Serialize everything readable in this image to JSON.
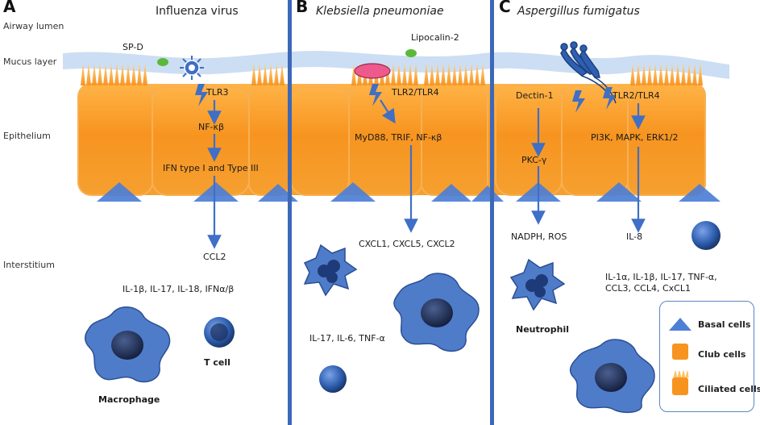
{
  "side_labels": {
    "airway_lumen": "Airway lumen",
    "mucus_layer": "Mucus layer",
    "epithelium": "Epithelium",
    "interstitium": "Interstitium"
  },
  "panels": {
    "a": {
      "letter": "A",
      "title": "Influenza virus"
    },
    "b": {
      "letter": "B",
      "title": "Klebsiella pneumoniae"
    },
    "c": {
      "letter": "C",
      "title": "Aspergillus fumigatus"
    }
  },
  "labels": {
    "sp_d": "SP-D",
    "tlr3": "TLR3",
    "nfkb_a": "NF-κβ",
    "ifn": "IFN type I and Type III",
    "ccl2": "CCL2",
    "cytokines_a": "IL-1β, IL-17, IL-18, IFNα/β",
    "t_cell": "T cell",
    "macrophage": "Macrophage",
    "lipocalin": "Lipocalin-2",
    "tlr2_tlr4_b": "TLR2/TLR4",
    "myd88": "MyD88, TRIF, NF-κβ",
    "cxcl": "CXCL1, CXCL5, CXCL2",
    "cytokines_b": "IL-17, IL-6, TNF-α",
    "dectin": "Dectin-1",
    "tlr2_tlr4_c": "TLR2/TLR4",
    "pi3k": "PI3K, MAPK, ERK1/2",
    "pkc": "PKC-γ",
    "nadph": "NADPH, ROS",
    "il8": "IL-8",
    "cytokines_c_1": "IL-1α, IL-1β, IL-17, TNF-α,",
    "cytokines_c_2": "CCL3, CCL4, CxCL1",
    "neutrophil": "Neutrophil"
  },
  "legend": {
    "basal": "Basal cells",
    "club": "Club cells",
    "ciliated": "Ciliated cells"
  },
  "colors": {
    "divider": "#3d68b8",
    "mucus": "#bfd5ef",
    "cell_orange": "#f79420",
    "cell_light": "#ffc266",
    "basal_blue": "#4d7fd6",
    "arrow_blue": "#3f6fc6",
    "immune_blue": "#4f7cc9",
    "nucleus": "#1f2f5f",
    "sp_green": "#5bb93a",
    "lipocalin_pink": "#ee5a8c"
  }
}
